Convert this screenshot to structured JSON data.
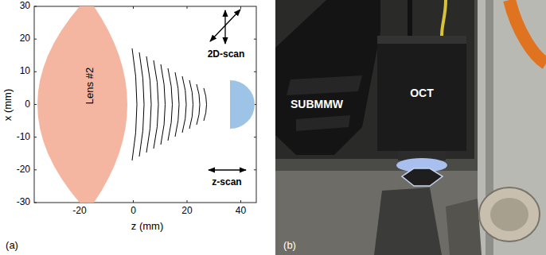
{
  "diagram": {
    "nodes": [
      {
        "text": [
          "Lens #2"
        ]
      }
    ],
    "labels": [
      "30",
      "20",
      "10",
      "0",
      "-10",
      "-20",
      "-30",
      "x (mm)",
      "-20",
      "0",
      "20",
      "40",
      "z (mm)",
      "2D-scan",
      "z-scan",
      "(a)",
      "SUBMMW",
      "OCT",
      "(b)"
    ]
  }
}
